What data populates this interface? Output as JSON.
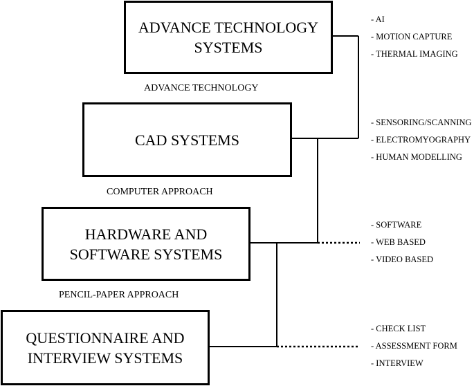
{
  "levels": [
    {
      "box_label": "ADVANCE TECHNOLOGY\nSYSTEMS",
      "approach_label": "ADVANCE TECHNOLOGY",
      "items": [
        "AI",
        "MOTION CAPTURE",
        "THERMAL IMAGING"
      ],
      "link_style": "solid"
    },
    {
      "box_label": "CAD SYSTEMS",
      "approach_label": "COMPUTER APPROACH",
      "items": [
        "SENSORING/SCANNING",
        "ELECTROMYOGRAPHY",
        "HUMAN MODELLING"
      ],
      "link_style": "solid"
    },
    {
      "box_label": "HARDWARE AND\nSOFTWARE SYSTEMS",
      "approach_label": "PENCIL-PAPER APPROACH",
      "items": [
        "SOFTWARE",
        "WEB BASED",
        "VIDEO BASED"
      ],
      "link_style": "dotted"
    },
    {
      "box_label": "QUESTIONNAIRE AND\nINTERVIEW SYSTEMS",
      "items": [
        "CHECK LIST",
        "ASSESSMENT FORM",
        "INTERVIEW"
      ],
      "link_style": "dotted"
    }
  ],
  "line_color": "#000000"
}
